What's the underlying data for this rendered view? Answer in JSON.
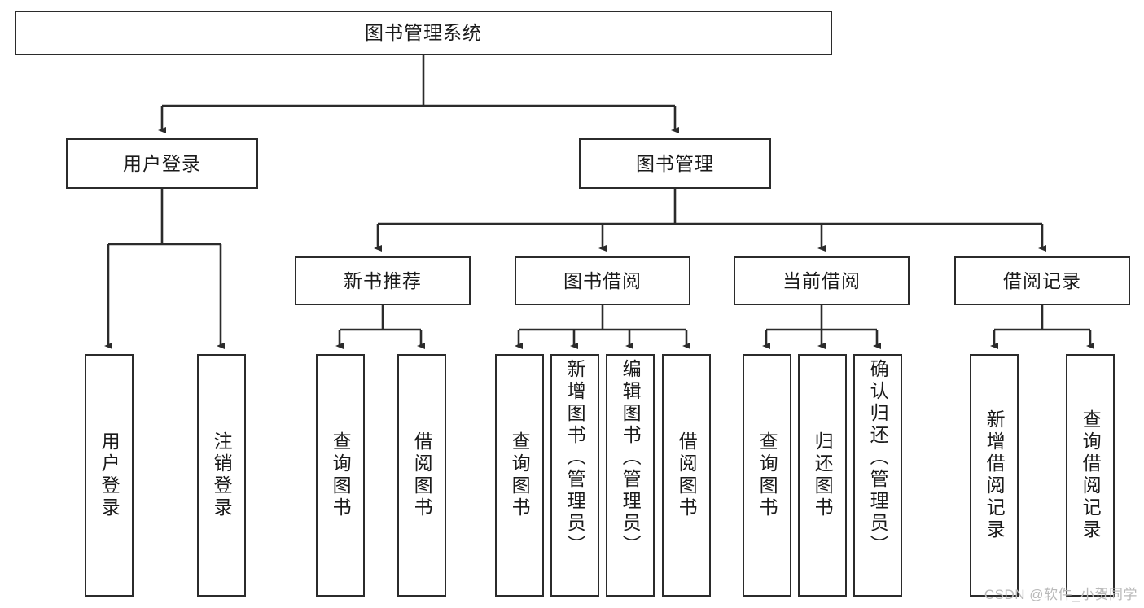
{
  "diagram": {
    "type": "tree-hierarchy",
    "title": "图书管理系统",
    "root": {
      "id": "root",
      "label": "图书管理系统"
    },
    "level2": [
      {
        "id": "user-login",
        "label": "用户登录"
      },
      {
        "id": "book-management",
        "label": "图书管理"
      }
    ],
    "level3": [
      {
        "id": "new-book-recommend",
        "label": "新书推荐"
      },
      {
        "id": "book-borrow",
        "label": "图书借阅"
      },
      {
        "id": "current-borrow",
        "label": "当前借阅"
      },
      {
        "id": "borrow-record",
        "label": "借阅记录"
      }
    ],
    "leaves": {
      "user_login": [
        {
          "id": "leaf-user-login",
          "label": "用户登录"
        },
        {
          "id": "leaf-logout-login",
          "label": "注销登录"
        }
      ],
      "new_book_recommend": [
        {
          "id": "leaf-query-book-1",
          "label": "查询图书"
        },
        {
          "id": "leaf-borrow-book-1",
          "label": "借阅图书"
        }
      ],
      "book_borrow": [
        {
          "id": "leaf-query-book-2",
          "label": "查询图书"
        },
        {
          "id": "leaf-add-book",
          "label": "新增图书（管理员）"
        },
        {
          "id": "leaf-edit-book",
          "label": "编辑图书（管理员）"
        },
        {
          "id": "leaf-borrow-book-2",
          "label": "借阅图书"
        }
      ],
      "current_borrow": [
        {
          "id": "leaf-query-book-3",
          "label": "查询图书"
        },
        {
          "id": "leaf-return-book",
          "label": "归还图书"
        },
        {
          "id": "leaf-confirm-return",
          "label": "确认归还（管理员）"
        }
      ],
      "borrow_record": [
        {
          "id": "leaf-add-record",
          "label": "新增借阅记录"
        },
        {
          "id": "leaf-query-record",
          "label": "查询借阅记录"
        }
      ]
    },
    "colors": {
      "stroke": "#2b2b2b",
      "fill": "#ffffff",
      "text": "#1a1a1a",
      "watermark": "#b9b9b9"
    }
  },
  "watermark": {
    "text": "CSDN @软件_小贺同学"
  }
}
